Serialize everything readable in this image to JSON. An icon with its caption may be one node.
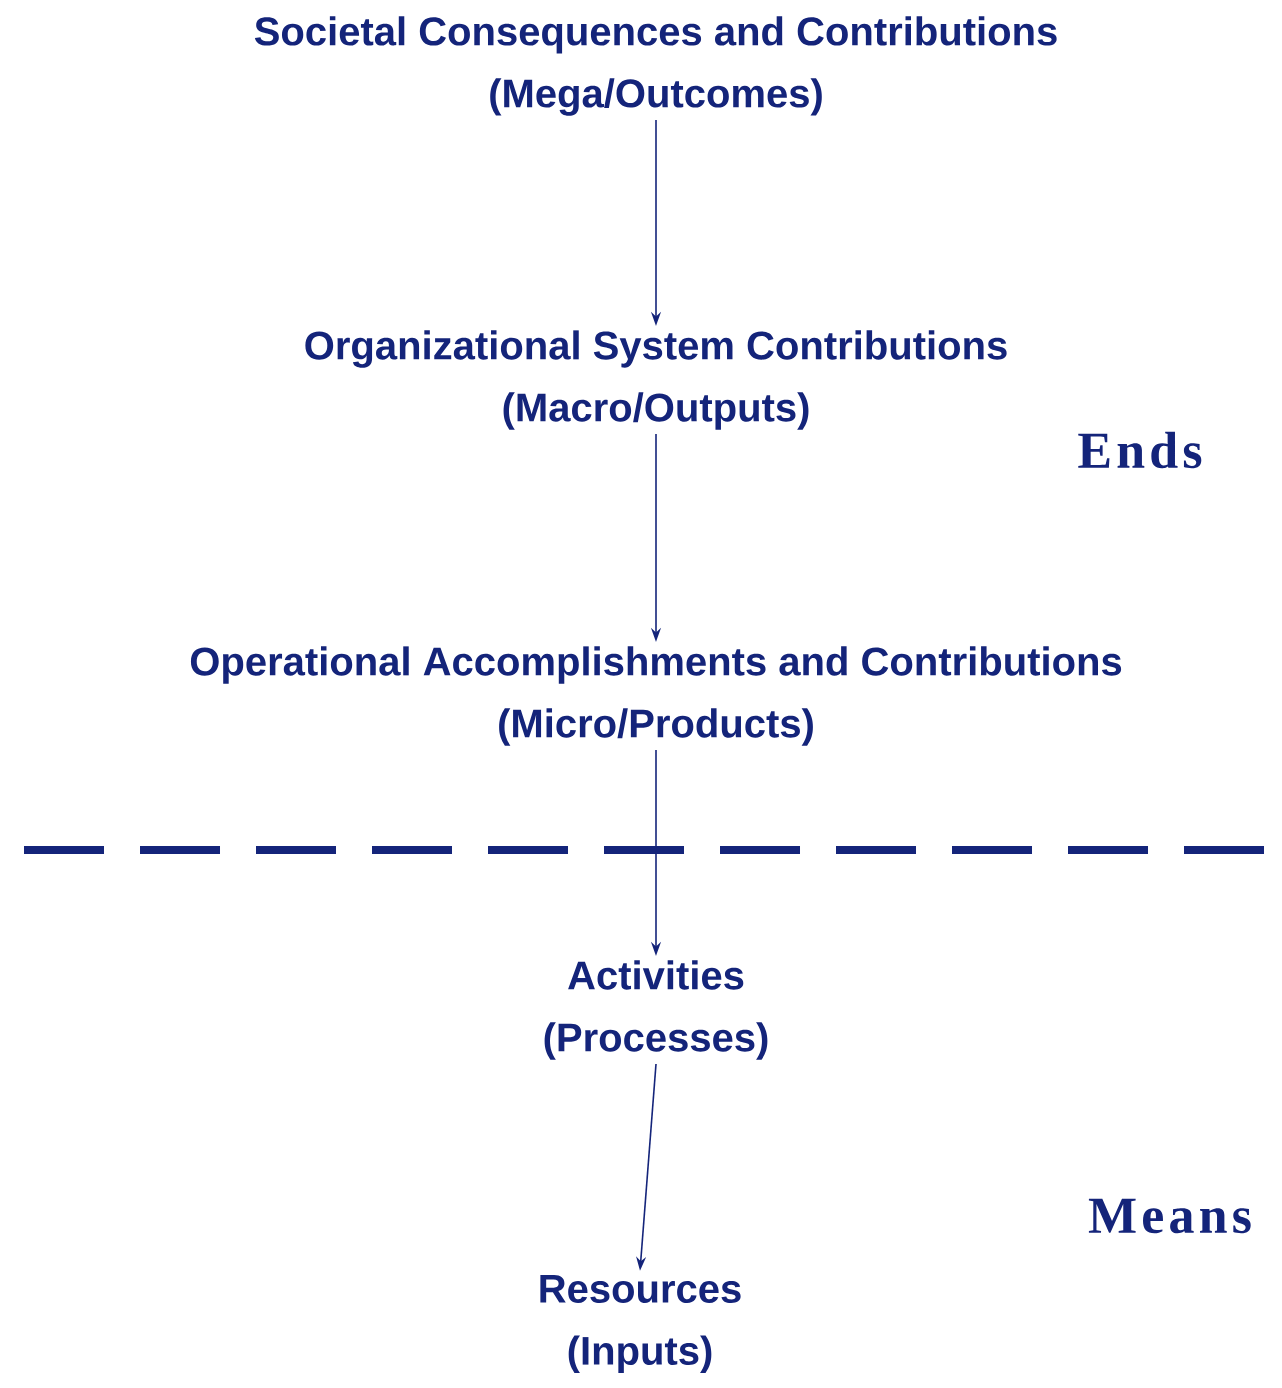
{
  "diagram": {
    "nodes": [
      {
        "text": [
          "Societal Consequences and Contributions",
          "(Mega/Outcomes)"
        ]
      },
      {
        "text": [
          "Organizational System Contributions",
          "(Macro/Outputs)"
        ]
      },
      {
        "text": [
          "Operational Accomplishments and Contributions",
          "(Micro/Products)"
        ]
      },
      {
        "text": [
          "Activities",
          "(Processes)"
        ]
      },
      {
        "text": [
          "Resources",
          "(Inputs)"
        ]
      }
    ],
    "edges": [
      {
        "from": 0,
        "to": 1,
        "arrow": "to"
      },
      {
        "from": 1,
        "to": 2,
        "arrow": "to"
      },
      {
        "from": 2,
        "to": 3,
        "arrow": "to"
      },
      {
        "from": 3,
        "to": 4,
        "arrow": "to"
      }
    ],
    "labels": [
      "Ends",
      "Means"
    ]
  }
}
